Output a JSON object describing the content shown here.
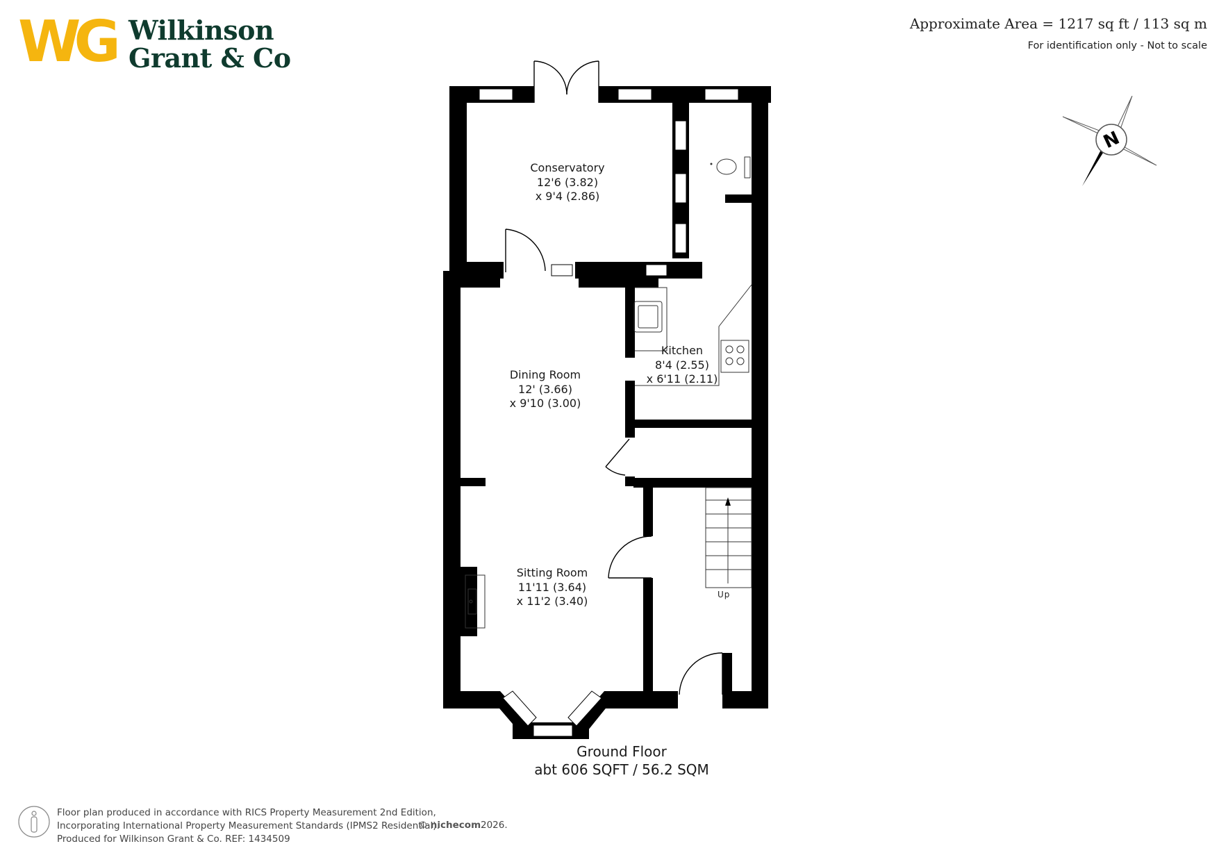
{
  "logo": {
    "monogram": "WG",
    "line1": "Wilkinson",
    "line2": "Grant & Co",
    "brand_color": "#f5b50f",
    "text_color": "#0f3b2e"
  },
  "header": {
    "approx_area": "Approximate Area = 1217 sq ft / 113 sq m",
    "identification": "For identification only - Not to scale"
  },
  "compass": {
    "letter": "N",
    "icon": "compass-icon"
  },
  "rooms": [
    {
      "id": "conservatory",
      "name": "Conservatory",
      "dim1": "12'6 (3.82)",
      "dim2": "x 9'4 (2.86)"
    },
    {
      "id": "dining-room",
      "name": "Dining Room",
      "dim1": "12' (3.66)",
      "dim2": "x 9'10 (3.00)"
    },
    {
      "id": "kitchen",
      "name": "Kitchen",
      "dim1": "8'4 (2.55)",
      "dim2": "x 6'11 (2.11)"
    },
    {
      "id": "sitting-room",
      "name": "Sitting Room",
      "dim1": "11'11 (3.64)",
      "dim2": "x 11'2 (3.40)"
    }
  ],
  "stairs": {
    "label": "Up"
  },
  "floor": {
    "name": "Ground Floor",
    "area": "abt 606 SQFT / 56.2 SQM"
  },
  "footer": {
    "line1": "Floor plan produced in accordance with RICS Property Measurement 2nd Edition,",
    "line2": "Incorporating International Property Measurement Standards (IPMS2 Residential).",
    "line3": "Produced for Wilkinson Grant & Co.   REF:       1434509",
    "copyright": "©",
    "brand": "nichecom",
    "year": "2026."
  },
  "colors": {
    "wall": "#000000",
    "window": "#ffffff",
    "fixture_line": "#333333"
  }
}
